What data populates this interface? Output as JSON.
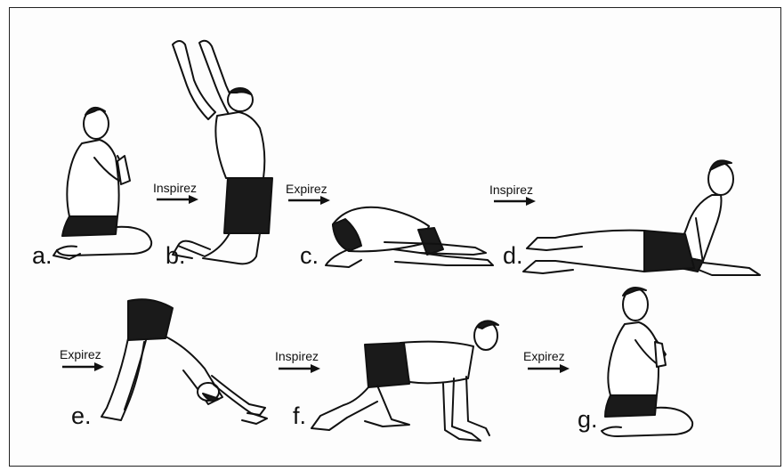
{
  "steps": [
    {
      "letter": "a.",
      "pose": "kneeling-prayer"
    },
    {
      "letter": "b.",
      "pose": "kneeling-arms-raised"
    },
    {
      "letter": "c.",
      "pose": "child-pose"
    },
    {
      "letter": "d.",
      "pose": "cobra"
    },
    {
      "letter": "e.",
      "pose": "downward-dog"
    },
    {
      "letter": "f.",
      "pose": "table-top"
    },
    {
      "letter": "g.",
      "pose": "kneeling-prayer"
    }
  ],
  "transitions": [
    {
      "label": "Inspirez"
    },
    {
      "label": "Expirez"
    },
    {
      "label": "Inspirez"
    },
    {
      "label": "Expirez"
    },
    {
      "label": "Inspirez"
    },
    {
      "label": "Expirez"
    }
  ],
  "colors": {
    "ink": "#111111",
    "shorts": "#1a1a1a",
    "paper": "#fdfdfd"
  }
}
